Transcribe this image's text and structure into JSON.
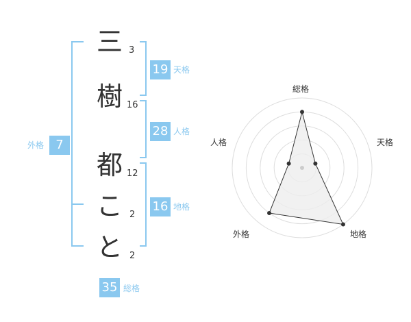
{
  "name_chars": [
    {
      "char": "三",
      "strokes": "3"
    },
    {
      "char": "樹",
      "strokes": "16"
    },
    {
      "char": "都",
      "strokes": "12"
    },
    {
      "char": "こ",
      "strokes": "2"
    },
    {
      "char": "と",
      "strokes": "2"
    }
  ],
  "fates": {
    "tenkaku": {
      "value": "19",
      "label": "天格"
    },
    "jinkaku": {
      "value": "28",
      "label": "人格"
    },
    "chikaku": {
      "value": "16",
      "label": "地格"
    },
    "gaikaku": {
      "value": "7",
      "label": "外格"
    },
    "soukaku": {
      "value": "35",
      "label": "総格"
    }
  },
  "radar": {
    "axes": [
      "総格",
      "天格",
      "地格",
      "外格",
      "人格"
    ],
    "values": [
      4,
      1,
      5,
      4,
      1
    ],
    "max": 5,
    "colors": {
      "ring": "#dddddd",
      "fill": "#eeeeee",
      "line": "#333333",
      "center": "#cccccc"
    }
  },
  "colors": {
    "accent": "#8ac8ef",
    "text": "#333333"
  }
}
